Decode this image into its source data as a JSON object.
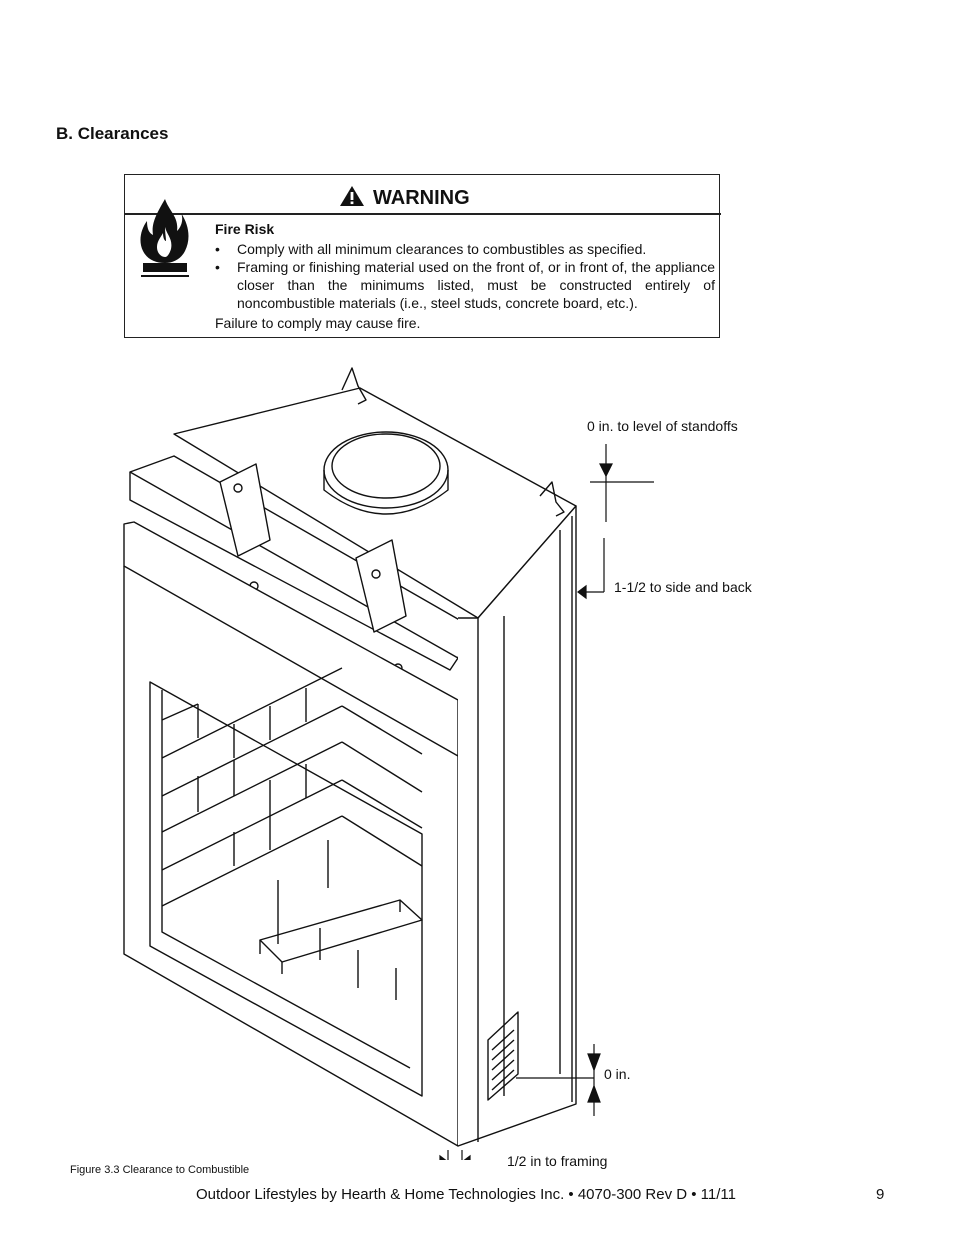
{
  "section": {
    "title": "B. Clearances"
  },
  "warning": {
    "title": "WARNING",
    "subtitle": "Fire Risk",
    "bullets": [
      "Comply with all minimum clearances to combustibles as specified.",
      "Framing or finishing material used on the front of, or in front of, the appliance closer than the minimums listed, must be constructed entirely of noncombustible materials (i.e., steel studs, concrete board, etc.)."
    ],
    "footer": "Failure to comply may cause  fire.",
    "icons": [
      "warning-triangle-icon",
      "flame-icon"
    ]
  },
  "callouts": {
    "top": "0 in. to level of standoffs",
    "side": "1-1/2 to side and back",
    "bottom": "0 in.",
    "framing": "1/2 in to framing"
  },
  "figure": {
    "caption": "Figure 3.3 Clearance to Combustible"
  },
  "footer": {
    "text": "Outdoor Lifestyles by Hearth & Home Technologies Inc. • 4070-300 Rev D • 11/11",
    "page": "9"
  }
}
